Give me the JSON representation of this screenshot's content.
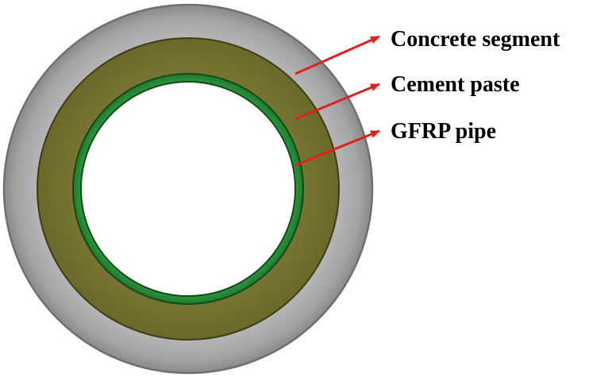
{
  "labels": {
    "concrete_segment": "Concrete segment",
    "cement_paste": "Cement paste",
    "gfrp_pipe": "GFRP pipe"
  },
  "colors": {
    "concrete": "#a9a9ab",
    "concrete_edge": "#6f6f70",
    "cement": "#737031",
    "cement_edge": "#3f3c14",
    "gfrp": "#2a8a3a",
    "gfrp_edge": "#0f4a18",
    "arrow": "#e0201c",
    "background": "#ffffff"
  }
}
